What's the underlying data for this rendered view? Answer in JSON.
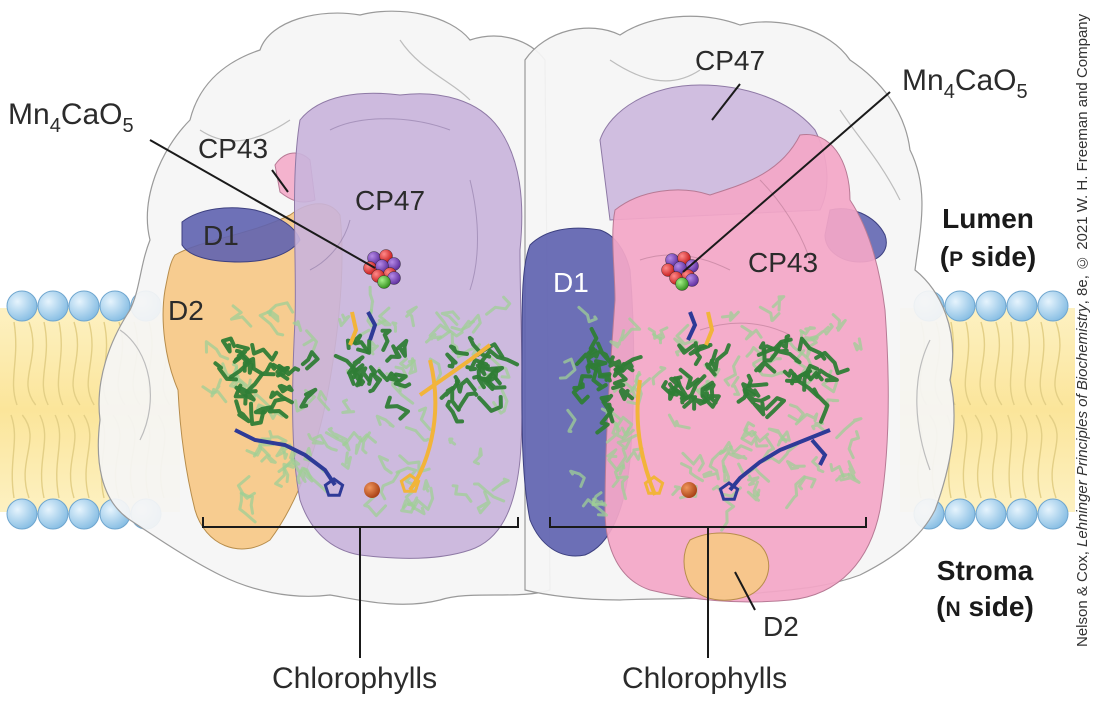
{
  "labels": {
    "mn_left": {
      "base": "Mn",
      "sub1": "4",
      "mid": "CaO",
      "sub2": "5"
    },
    "mn_right": {
      "base": "Mn",
      "sub1": "4",
      "mid": "CaO",
      "sub2": "5"
    },
    "cp43_left": "CP43",
    "cp47_left": "CP47",
    "d1_left": "D1",
    "d2_left": "D2",
    "cp47_right": "CP47",
    "cp43_right": "CP43",
    "d1_right": "D1",
    "d2_right": "D2",
    "chlorophylls_left": "Chlorophylls",
    "chlorophylls_right": "Chlorophylls"
  },
  "side_labels": {
    "lumen": "Lumen",
    "lumen_side_open": "(",
    "lumen_side_letter": "P",
    "lumen_side_close": " side)",
    "stroma": "Stroma",
    "stroma_side_open": "(",
    "stroma_side_letter": "N",
    "stroma_side_close": " side)"
  },
  "credit": {
    "prefix": "Nelson & Cox, ",
    "title": "Lehninger Principles of Biochemistry",
    "suffix": ", 8e, © 2021 W. H. Freeman and Company"
  },
  "colors": {
    "white_surface": "#f4f4f4",
    "cp47": "#c9b4dc",
    "cp43": "#f3a7c7",
    "d1": "#5f63b0",
    "d2": "#f6c887",
    "chlorophyll_dark": "#2f7d36",
    "chlorophyll_light": "#9fcf95",
    "carotenoid": "#f2b43a",
    "pheophytin": "#2e3a97",
    "membrane_head": "#a9d3ef",
    "membrane_core": "#fbeaa4"
  }
}
